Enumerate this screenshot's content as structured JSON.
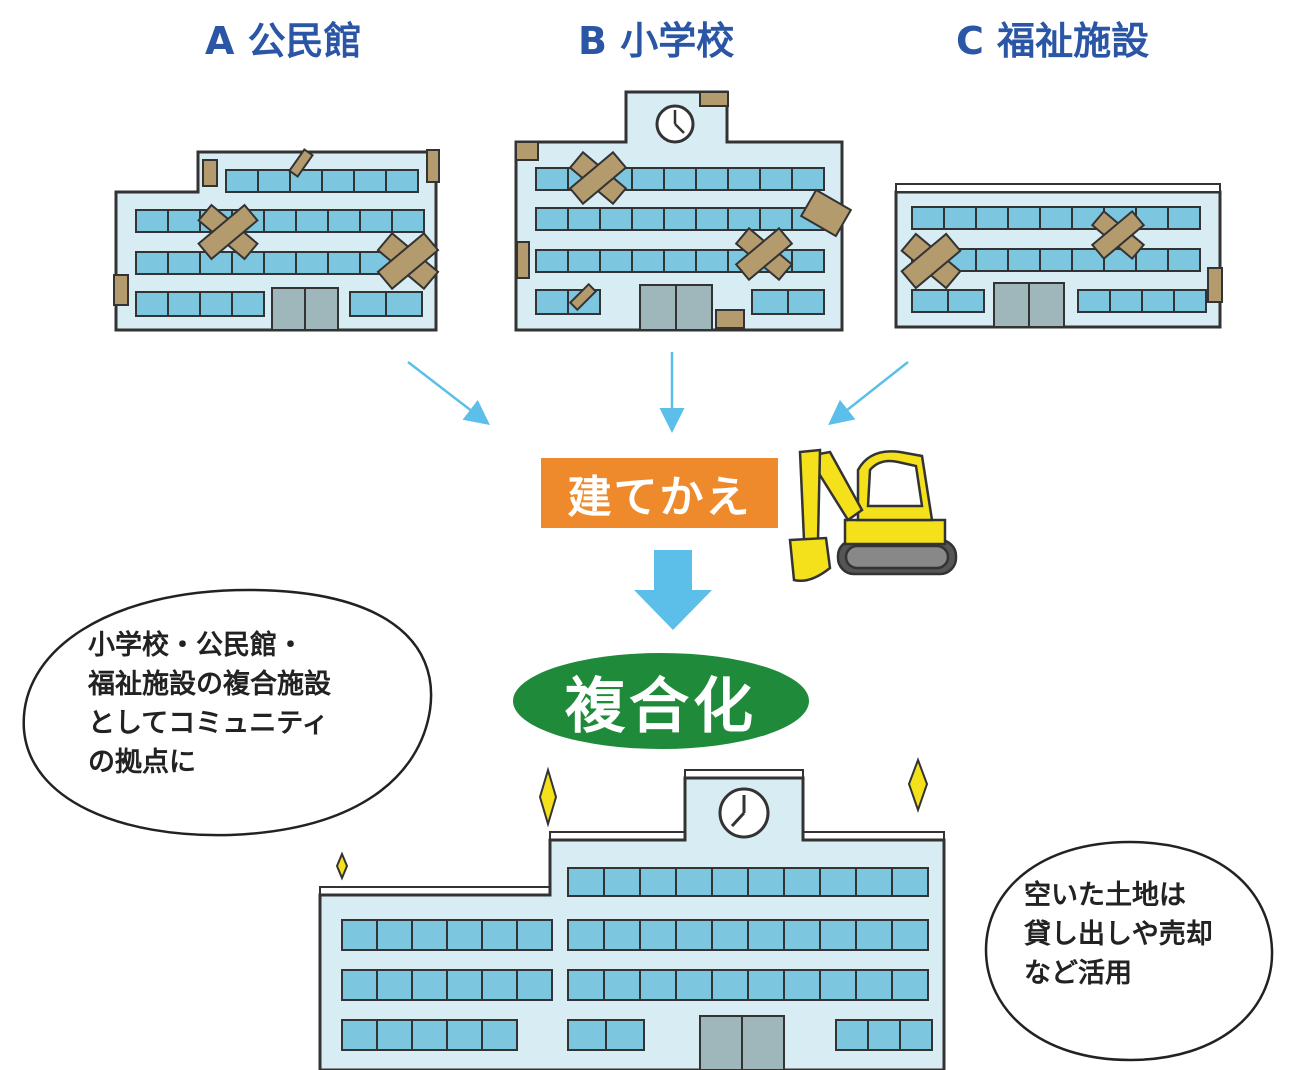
{
  "buildings": {
    "a_label": "A 公民館",
    "b_label": "B 小学校",
    "c_label": "C 福祉施設"
  },
  "process": {
    "rebuild_label": "建てかえ",
    "complex_label": "複合化"
  },
  "bubbles": {
    "left_lines": [
      "小学校・公民館・",
      "福祉施設の複合施設",
      "としてコミュニティ",
      "の拠点に"
    ],
    "right_lines": [
      "空いた土地は",
      "貸し出しや売却",
      "など活用"
    ]
  },
  "colors": {
    "title_blue": "#2b56a6",
    "arrow_blue": "#5bbfe9",
    "rebuild_orange": "#ee8a2b",
    "complex_green": "#1f8b3a",
    "building_wall": "#d8ecf3",
    "window_blue": "#7cc6e0",
    "door_gray": "#9fb7ba",
    "debris_brown": "#b39b6e",
    "excavator_yellow": "#f5e11b"
  }
}
